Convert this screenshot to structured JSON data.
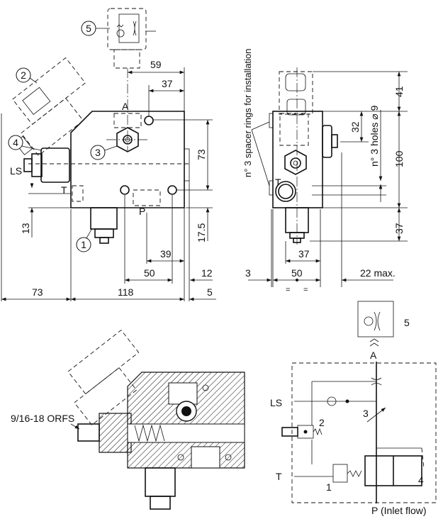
{
  "front_view": {
    "balloons": {
      "b1": "1",
      "b2": "2",
      "b3": "3",
      "b4": "4",
      "b5": "5"
    },
    "ports": {
      "A": "A",
      "P": "P",
      "T": "T",
      "LS": "LS"
    },
    "dims": {
      "d59": "59",
      "d37": "37",
      "d73v": "73",
      "d17_5": "17.5",
      "d13": "13",
      "d39": "39",
      "d50": "50",
      "d12": "12",
      "d73h": "73",
      "d118": "118",
      "d5": "5"
    }
  },
  "side_view": {
    "note_rings": "n° 3 spacer rings for installation",
    "note_holes": "n° 3 holes ⌀ 9",
    "port_T": "T",
    "dims": {
      "d41": "41",
      "d32": "32",
      "d100": "100",
      "d37v": "37",
      "d37h": "37",
      "d3": "3",
      "d50": "50",
      "d22": "22 max.",
      "eq1": "=",
      "eq2": "="
    }
  },
  "section_view": {
    "thread_label": "9/16-18 ORFS"
  },
  "schematic": {
    "label_5": "5",
    "label_A": "A",
    "label_LS": "LS",
    "label_2": "2",
    "label_3": "3",
    "label_T": "T",
    "label_1": "1",
    "label_4": "4",
    "label_P": "P (Inlet flow)"
  }
}
